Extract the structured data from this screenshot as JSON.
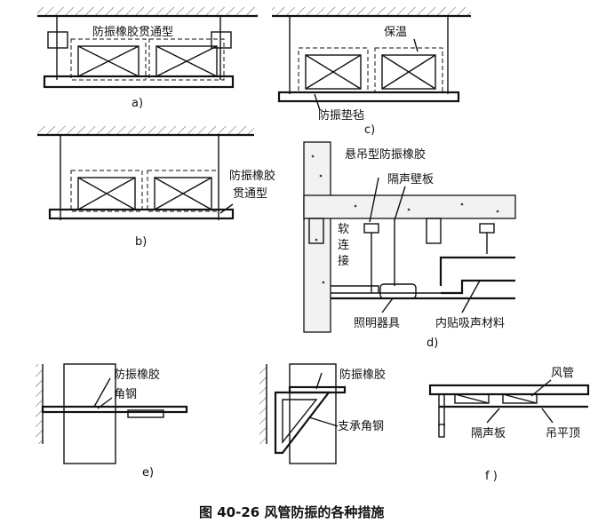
{
  "labels": {
    "a_rubber": "防振橡胶贯通型",
    "a_sub": "a)",
    "b_rubber_1": "防振橡胶",
    "b_rubber_2": "贯通型",
    "b_sub": "b)",
    "c_insulation": "保温",
    "c_pad": "防振垫毡",
    "c_sub": "c)",
    "d_hanger": "悬吊型防振橡胶",
    "d_partition": "隔声壁板",
    "d_soft_1": "软",
    "d_soft_2": "连",
    "d_soft_3": "接",
    "d_lighting": "照明器具",
    "d_lining": "内贴吸声材料",
    "d_sub": "d)",
    "e1_rubber": "防振橡胶",
    "e1_angle": "角钢",
    "e_sub": "e)",
    "e2_rubber": "防振橡胶",
    "e2_support": "支承角钢",
    "f_duct": "风管",
    "f_board": "隔声板",
    "f_ceiling": "吊平顶",
    "f_sub": "f )"
  },
  "caption": "图 40-26    风管防振的各种措施"
}
